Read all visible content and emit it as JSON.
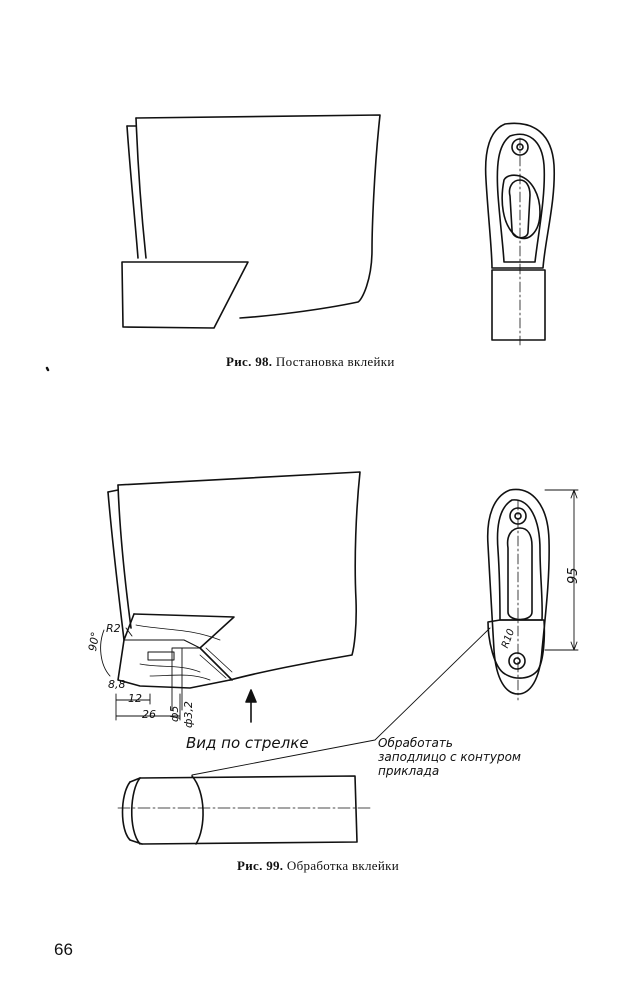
{
  "figure98": {
    "number": "Рис. 98.",
    "title": "Постановка вклейки"
  },
  "figure99": {
    "number": "Рис. 99.",
    "title": "Обработка вклейки",
    "view_label": "Вид по стрелке",
    "instruction": [
      "Обработать",
      "заподлицо с контуром",
      "приклада"
    ],
    "dimensions": {
      "radius_small": "R2",
      "angle": "90°",
      "edge": "8,8",
      "width_12": "12",
      "width_26": "26",
      "diameter_5": "ф5",
      "diameter_3_2": "ф3,2",
      "length_95": "95",
      "radius_10": "R10"
    }
  },
  "page_number": "66"
}
